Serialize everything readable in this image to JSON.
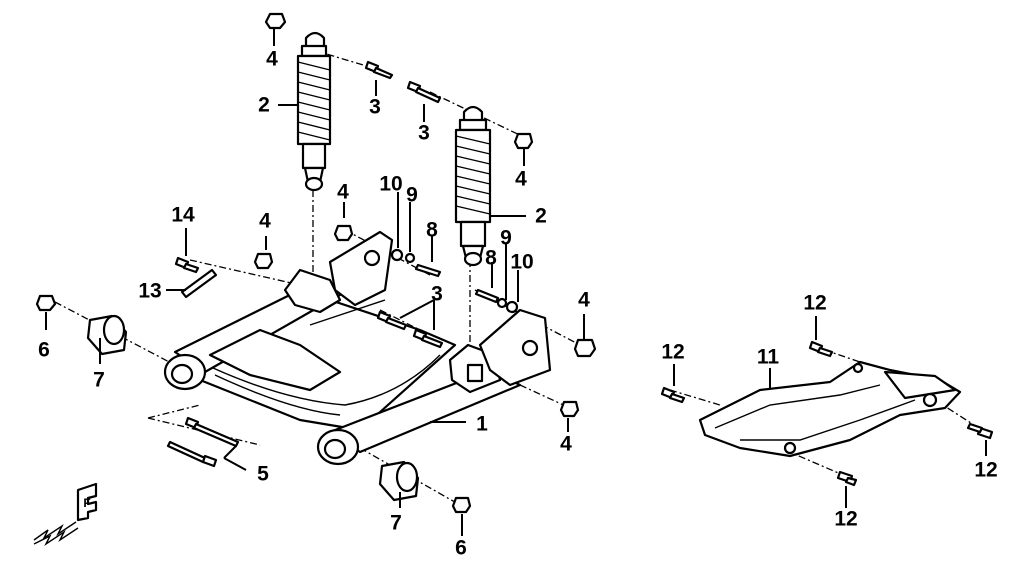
{
  "colors": {
    "ink": "#000000",
    "paper": "#ffffff"
  },
  "callouts": [
    {
      "id": "c1",
      "text": "1"
    },
    {
      "id": "c2a",
      "text": "2"
    },
    {
      "id": "c2b",
      "text": "2"
    },
    {
      "id": "c3a",
      "text": "3"
    },
    {
      "id": "c3b",
      "text": "3"
    },
    {
      "id": "c3c",
      "text": "3"
    },
    {
      "id": "c4a",
      "text": "4"
    },
    {
      "id": "c4b",
      "text": "4"
    },
    {
      "id": "c4c",
      "text": "4"
    },
    {
      "id": "c4d",
      "text": "4"
    },
    {
      "id": "c4e",
      "text": "4"
    },
    {
      "id": "c4f",
      "text": "4"
    },
    {
      "id": "c5",
      "text": "5"
    },
    {
      "id": "c6a",
      "text": "6"
    },
    {
      "id": "c6b",
      "text": "6"
    },
    {
      "id": "c7a",
      "text": "7"
    },
    {
      "id": "c7b",
      "text": "7"
    },
    {
      "id": "c8a",
      "text": "8"
    },
    {
      "id": "c8b",
      "text": "8"
    },
    {
      "id": "c9a",
      "text": "9"
    },
    {
      "id": "c9b",
      "text": "9"
    },
    {
      "id": "c10a",
      "text": "10"
    },
    {
      "id": "c10b",
      "text": "10"
    },
    {
      "id": "c11",
      "text": "11"
    },
    {
      "id": "c12a",
      "text": "12"
    },
    {
      "id": "c12b",
      "text": "12"
    },
    {
      "id": "c12c",
      "text": "12"
    },
    {
      "id": "c12d",
      "text": "12"
    },
    {
      "id": "c13",
      "text": "13"
    },
    {
      "id": "c14",
      "text": "14"
    }
  ],
  "direction_marker": {
    "letter": "F",
    "icon": "front-direction-arrow-icon"
  }
}
